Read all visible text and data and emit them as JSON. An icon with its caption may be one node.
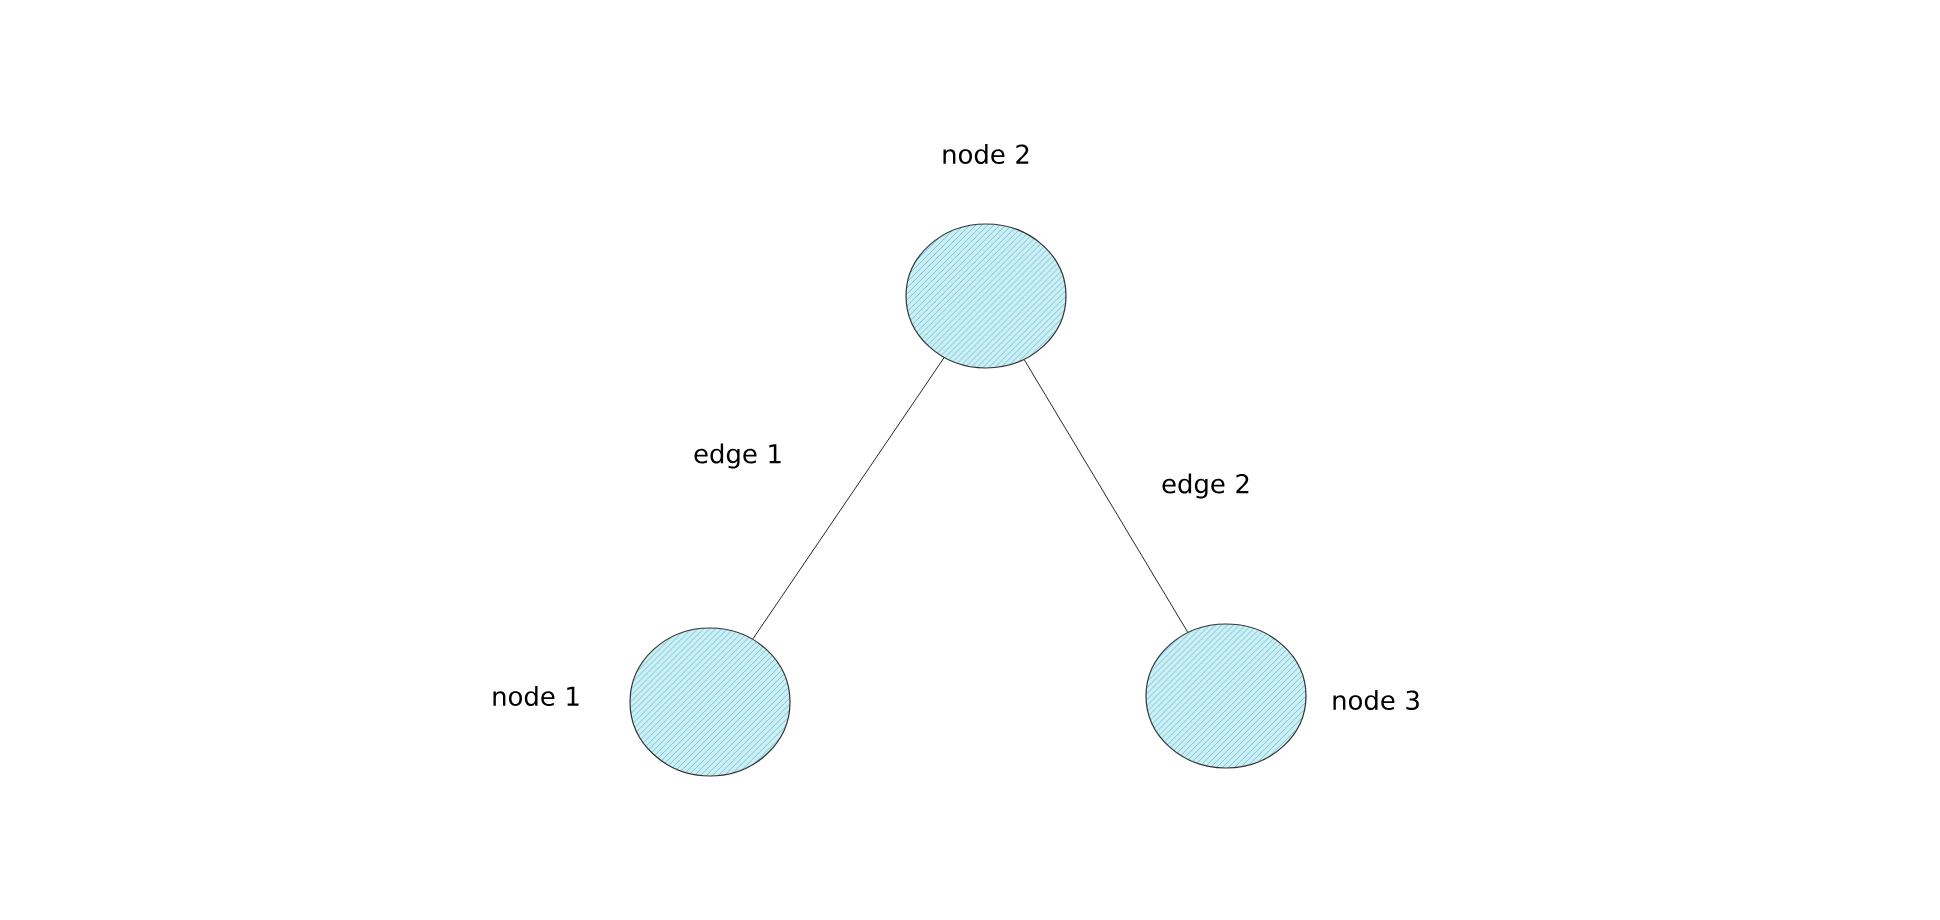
{
  "diagram": {
    "nodes": [
      {
        "text": [
          "node 2"
        ]
      },
      {
        "text": [
          "node 1"
        ]
      },
      {
        "text": [
          "node 3"
        ]
      }
    ],
    "edges": [
      {
        "from": 0,
        "to": 1,
        "arrow": "none",
        "label": "edge 1"
      },
      {
        "from": 0,
        "to": 2,
        "arrow": "none",
        "label": "edge 2"
      }
    ]
  }
}
